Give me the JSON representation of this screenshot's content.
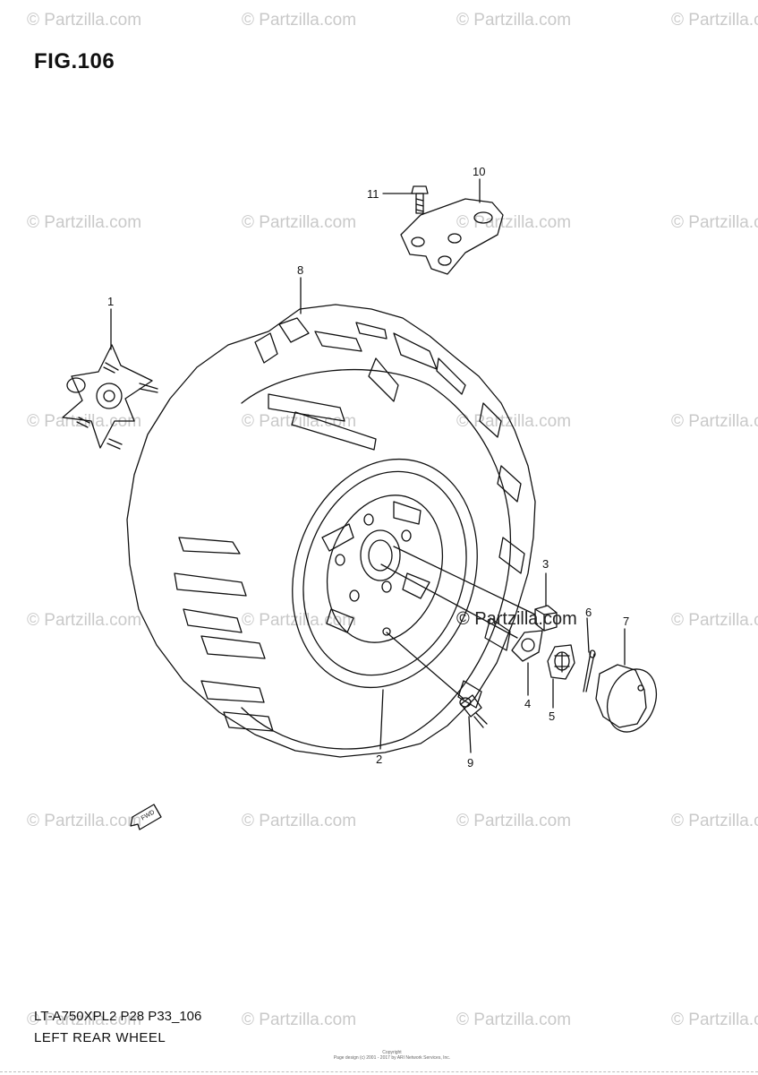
{
  "figure": {
    "title": "FIG.106"
  },
  "watermark": {
    "text": "© Partzilla.com",
    "main_text": "© Partzilla.com"
  },
  "callouts": [
    "1",
    "2",
    "3",
    "4",
    "5",
    "6",
    "7",
    "8",
    "9",
    "10",
    "11"
  ],
  "fwd_label": "FWD",
  "footer": {
    "code": "LT-A750XPL2 P28 P33_106",
    "caption": "LEFT REAR WHEEL",
    "copyright_line1": "Copyright",
    "copyright_line2": "Page design (c) 2001 - 2017 by ARI Network Services, Inc."
  },
  "colors": {
    "line": "#111111",
    "watermark": "#c9c9c9"
  }
}
